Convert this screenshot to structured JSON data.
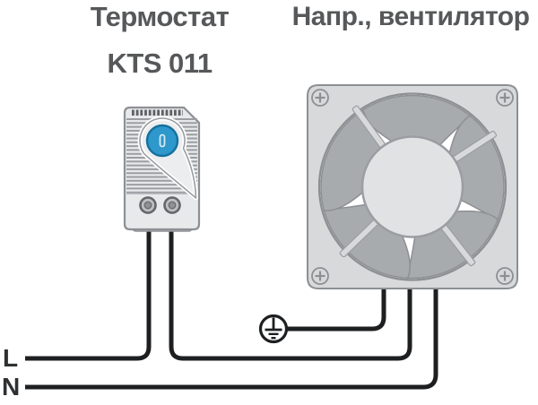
{
  "diagram": {
    "thermostat": {
      "title": "Термостат",
      "model": "KTS 011"
    },
    "fan": {
      "label": "Напр., вентилятор",
      "blade_count": 5,
      "corner_screw_count": 4
    },
    "wires": {
      "line_label": "L",
      "neutral_label": "N"
    },
    "icons": {
      "ground": "protective-earth-icon",
      "screw": "phillips-screw-icon",
      "dial": "thermostat-dial-slot"
    }
  },
  "colors": {
    "wire": "#1d1f21",
    "outline": "#8d9093",
    "frame": "#d7d9da",
    "blade": "#a8abae",
    "fins": "#9a9da1",
    "device": "#e8e9ea",
    "device_light": "#e0e2e3",
    "drop": "#ecedee",
    "accent_blue": "#2e97cb",
    "accent_blue_dark": "#15719f",
    "text": "#56585a",
    "text_dark": "#2e3032"
  }
}
